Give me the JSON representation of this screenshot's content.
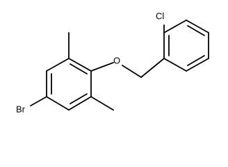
{
  "molecule": {
    "atoms": {
      "chlorine": "Cl",
      "oxygen": "O",
      "bromine": "Br"
    },
    "colors": {
      "bond": "#000000",
      "label": "#000000",
      "background": "#ffffff"
    }
  }
}
